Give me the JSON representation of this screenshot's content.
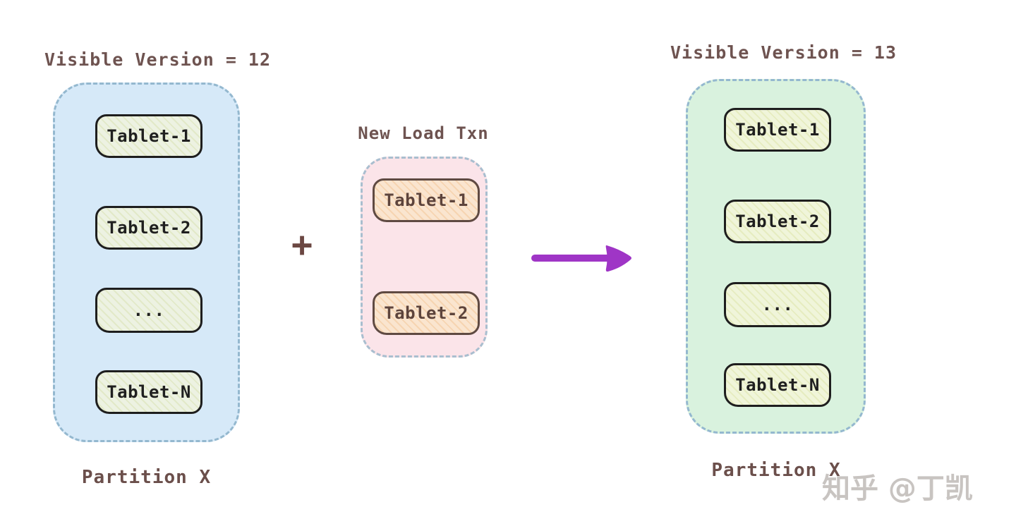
{
  "diagram": {
    "left_panel": {
      "title": "Visible Version = 12",
      "tablets": [
        "Tablet-1",
        "Tablet-2",
        "...",
        "Tablet-N"
      ],
      "partition_label": "Partition X",
      "container_fill": "#d6e9f8",
      "tablet_fill": "#edf2e2"
    },
    "middle_panel": {
      "plus_sign": "+",
      "title": "New Load Txn",
      "tablets": [
        "Tablet-1",
        "Tablet-2"
      ],
      "container_fill": "#fbe4e9",
      "tablet_fill": "#fae5cf"
    },
    "right_panel": {
      "title": "Visible Version = 13",
      "tablets": [
        "Tablet-1",
        "Tablet-2",
        "...",
        "Tablet-N"
      ],
      "partition_label": "Partition X",
      "container_fill": "#d9f2de",
      "tablet_fill": "#f0f5da"
    },
    "arrow": {
      "color": "#9f35c6"
    },
    "dashed_border_color": "#94b8cf",
    "title_color": "#6e5350",
    "watermark": "知乎 @丁凯"
  }
}
